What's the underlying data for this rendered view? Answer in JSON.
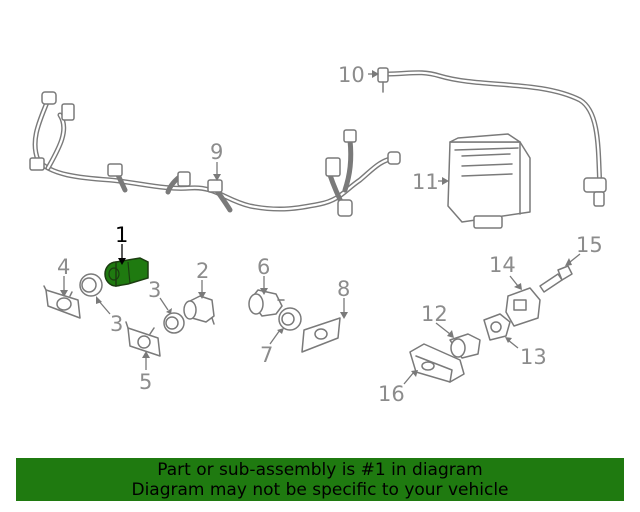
{
  "diagram": {
    "callouts": {
      "c1": "1",
      "c2": "2",
      "c3a": "3",
      "c3b": "3",
      "c4": "4",
      "c5": "5",
      "c6": "6",
      "c7": "7",
      "c8": "8",
      "c9": "9",
      "c10": "10",
      "c11": "11",
      "c12": "12",
      "c13": "13",
      "c14": "14",
      "c15": "15",
      "c16": "16"
    },
    "highlighted_part": "1",
    "colors": {
      "highlight": "#1f7a10",
      "line": "#7a7a7a",
      "banner": "#1f7a10"
    }
  },
  "banner": {
    "line1": "Part or sub-assembly is #1 in diagram",
    "line2": "Diagram may not be specific to your vehicle"
  }
}
